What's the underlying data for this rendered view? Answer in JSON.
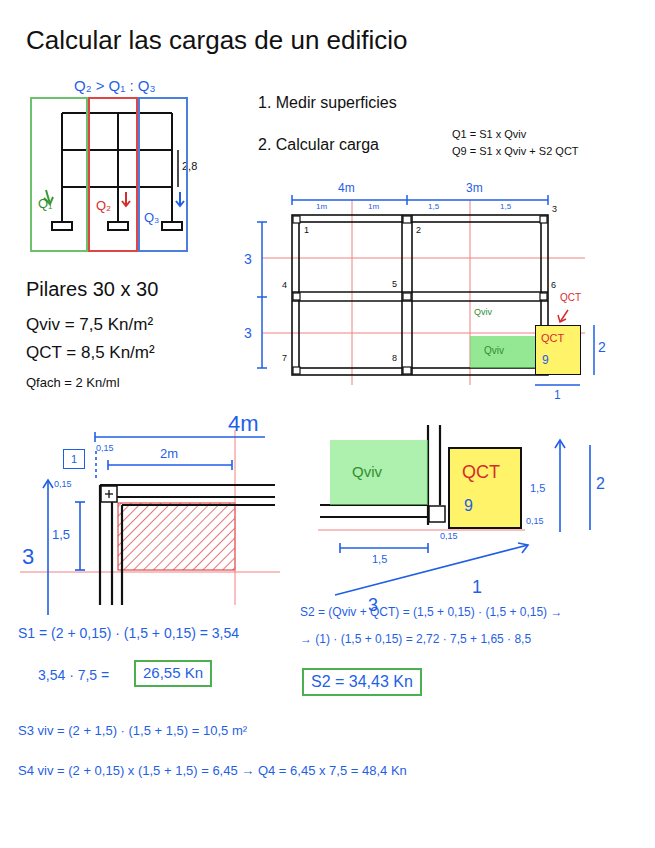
{
  "diagram": {
    "title": "Calcular las cargas de un edificio",
    "nodes": [
      {
        "text": [
          "Q₁"
        ]
      },
      {
        "text": [
          "Q₂"
        ]
      },
      {
        "text": [
          "Q₃"
        ]
      },
      {
        "text": [
          "Qviv"
        ]
      },
      {
        "text": [
          "QCT",
          "9"
        ]
      },
      {
        "text": [
          "Qviv"
        ]
      },
      {
        "text": [
          "QCT",
          "9"
        ]
      },
      {
        "text": [
          "26,55 Kn"
        ]
      },
      {
        "text": [
          "S2 = 34,43 Kn"
        ]
      },
      {
        "text": [
          "1"
        ]
      }
    ],
    "edges": [],
    "labels": [
      "Q₂ > Q₁ : Q₃",
      "2,8",
      "Pilares 30 x 30",
      "Qviv = 7,5 Kn/m²",
      "QCT = 8,5 Kn/m²",
      "Qfach = 2 Kn/ml",
      "1. Medir superficies",
      "2. Calcular carga",
      "Q1 = S1 x Qviv",
      "Q9 = S1 x Qviv + S2 QCT",
      "4m",
      "3m",
      "1m",
      "1m",
      "1,5",
      "1,5",
      "3",
      "3",
      "1",
      "2",
      "3",
      "4",
      "5",
      "6",
      "7",
      "8",
      "QCT",
      "Qviv",
      "2",
      "1",
      "4m",
      "0,15",
      "2m",
      "0,15",
      "1,5",
      "3",
      "S1 = (2 + 0,15) · (1,5 + 0,15) = 3,54",
      "3,54 · 7,5 =",
      "1,5",
      "2",
      "0,15",
      "1,5",
      "0,15",
      "3",
      "1",
      "S2 = (Qviv + QCT) = (1,5 + 0,15) · (1,5 + 0,15) →",
      "→ (1) · (1,5 + 0,15) = 2,72 · 7,5 + 1,65 · 8,5",
      "S3 viv = (2 + 1,5) · (1,5 + 1,5) = 10,5 m²",
      "S4 viv = (2 + 0,15) x (1,5 + 1,5) = 6,45 → Q4 = 6,45 x 7,5 = 48,4 Kn"
    ]
  }
}
